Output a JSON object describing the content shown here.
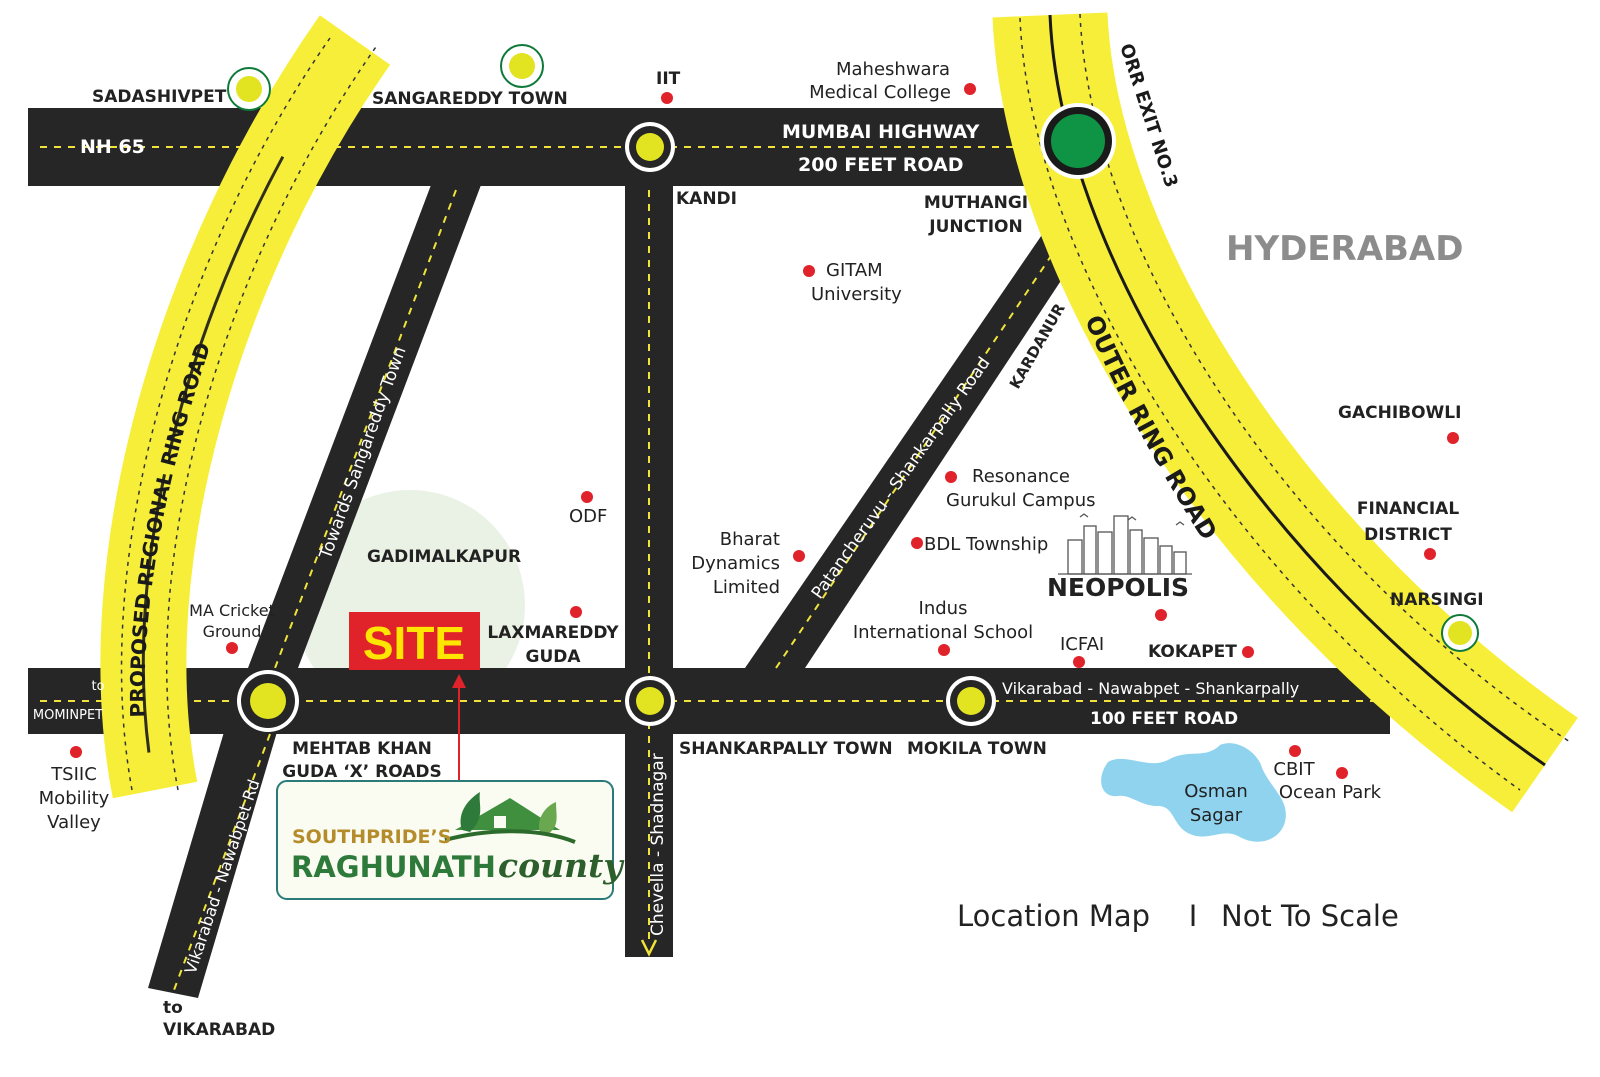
{
  "colors": {
    "road": "#262626",
    "ring_road": "#f7ee3a",
    "junction": "#e2e321",
    "orr_exit": "#0e9444",
    "poi_dot": "#e0222b",
    "lake": "#8fd3ef",
    "site_bg": "#e0222b",
    "site_text": "#ffe600",
    "brand_green": "#2d7a3a",
    "brand_gold": "#b58c2c"
  },
  "roads": {
    "nh65": "NH 65",
    "mumbai_highway": "MUMBAI HIGHWAY",
    "feet200": "200 FEET ROAD",
    "feet100": "100 FEET ROAD",
    "regional_ring": "PROPOSED REGIONAL RING ROAD",
    "outer_ring": "OUTER RING ROAD",
    "orr_exit": "ORR EXIT NO.3",
    "towards_sangareddy": "Towards Sangareddy Town",
    "patancheruvu": "Patancheruvu - Shankarpally Road",
    "chevella": "Chevella - Shadnagar",
    "vikarabad_nawabpet": "Vikarabad - Nawabpet Rd",
    "vikarabad_nawabpet_shankarpally": "Vikarabad - Nawabpet - Shankarpally",
    "kardanur": "KARDANUR"
  },
  "places": {
    "sadashivpet": "SADASHIVPET",
    "sangareddy_town": "SANGAREDDY TOWN",
    "iit": "IIT",
    "maheshwara_l1": "Maheshwara",
    "maheshwara_l2": "Medical College",
    "kandi": "KANDI",
    "muthangi_l1": "MUTHANGI",
    "muthangi_l2": "JUNCTION",
    "hyderabad": "HYDERABAD",
    "gitam_l1": "GITAM",
    "gitam_l2": "University",
    "gachibowli": "GACHIBOWLI",
    "financial_l1": "FINANCIAL",
    "financial_l2": "DISTRICT",
    "narsingi": "NARSINGI",
    "resonance_l1": "Resonance",
    "resonance_l2": "Gurukul Campus",
    "bdl": "BDL Township",
    "neopolis": "NEOPOLIS",
    "bharat_l1": "Bharat",
    "bharat_l2": "Dynamics",
    "bharat_l3": "Limited",
    "odf": "ODF",
    "gadimalkapur": "GADIMALKAPUR",
    "laxmareddy_l1": "LAXMAREDDY",
    "laxmareddy_l2": "GUDA",
    "ma_cricket_l1": "MA Cricket",
    "ma_cricket_l2": "Ground",
    "indus_l1": "Indus",
    "indus_l2": "International School",
    "icfai": "ICFAI",
    "kokapet": "KOKAPET",
    "to_mominpet_l1": "to",
    "to_mominpet_l2": "MOMINPET",
    "tsiic_l1": "TSIIC",
    "tsiic_l2": "Mobility",
    "tsiic_l3": "Valley",
    "mehtab_l1": "MEHTAB KHAN",
    "mehtab_l2": "GUDA ‘X’ ROADS",
    "shankarpally_town": "SHANKARPALLY TOWN",
    "mokila_town": "MOKILA TOWN",
    "osman_l1": "Osman",
    "osman_l2": "Sagar",
    "cbit": "CBIT",
    "ocean_park": "Ocean Park",
    "to_vikarabad_l1": "to",
    "to_vikarabad_l2": "VIKARABAD"
  },
  "site_label": "SITE",
  "brand": {
    "prefix": "SOUTHPRIDE’S",
    "name": "RAGHUNATH",
    "suffix": "county"
  },
  "footer": {
    "title": "Location Map",
    "separator": "I",
    "scale_note": "Not To Scale"
  }
}
